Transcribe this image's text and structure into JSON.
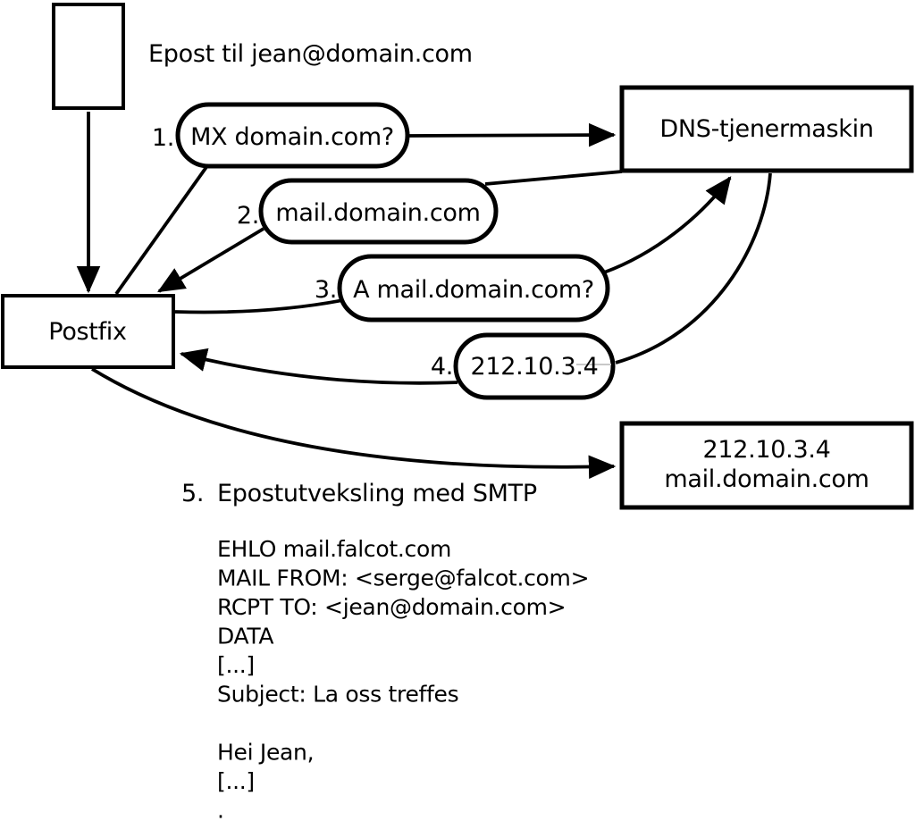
{
  "diagram": {
    "title": "Epost til jean@domain.com",
    "nodes": {
      "postfix": {
        "label": "Postfix"
      },
      "dns": {
        "label": "DNS-tjenermaskin"
      },
      "mailserver": {
        "line1": "212.10.3.4",
        "line2": "mail.domain.com"
      }
    },
    "steps": [
      {
        "num": "1.",
        "label": "MX domain.com?"
      },
      {
        "num": "2.",
        "label": "mail.domain.com"
      },
      {
        "num": "3.",
        "label": "A mail.domain.com?"
      },
      {
        "num": "4.",
        "label": "212.10.3.4"
      },
      {
        "num": "5.",
        "label": "Epostutveksling med SMTP"
      }
    ],
    "smtp": {
      "lines": [
        "EHLO mail.falcot.com",
        "MAIL FROM: <serge@falcot.com>",
        "RCPT TO: <jean@domain.com>",
        "DATA",
        "[...]",
        "Subject: La oss treffes",
        "",
        "Hei Jean,",
        "[...]",
        "."
      ]
    },
    "colors": {
      "line": "#000000",
      "background": "#ffffff",
      "connection_hint": "#c8c8c8"
    }
  }
}
